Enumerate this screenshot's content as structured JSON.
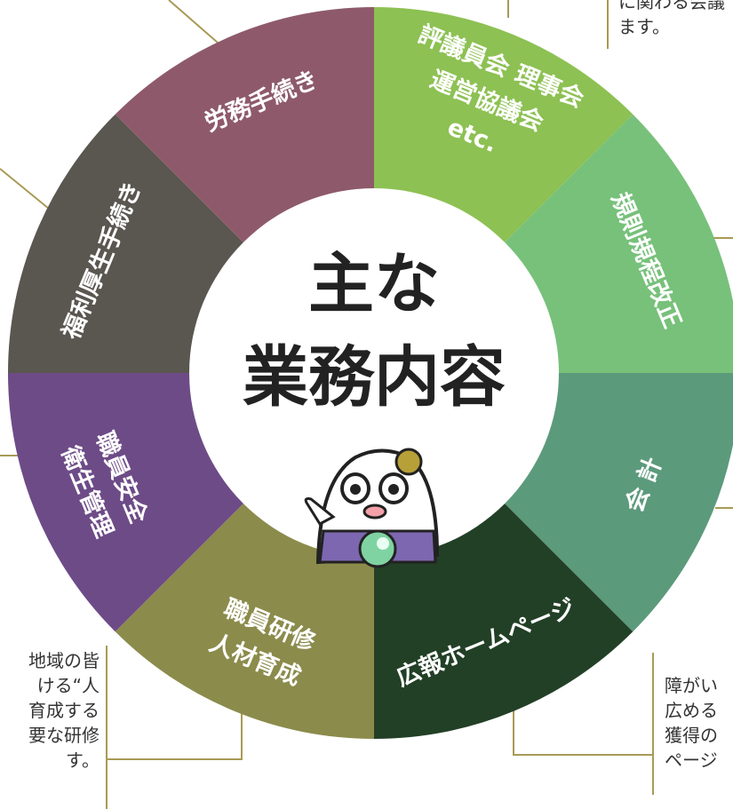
{
  "center": {
    "line1": "主な",
    "line2": "業務内容"
  },
  "segments": [
    {
      "id": "evaluation",
      "lines": [
        "評議員会 理事会",
        "運営協議会",
        "etc."
      ],
      "color": "#8dc153"
    },
    {
      "id": "rules",
      "lines": [
        "規則規程改正"
      ],
      "color": "#77c17a"
    },
    {
      "id": "accounting",
      "lines": [
        "会 計"
      ],
      "color": "#5c9a7c"
    },
    {
      "id": "pr",
      "lines": [
        "広報ホームページ"
      ],
      "color": "#224026"
    },
    {
      "id": "training",
      "lines": [
        "職員研修",
        "人材育成"
      ],
      "color": "#8b8b4c"
    },
    {
      "id": "safety",
      "lines": [
        "職員安全",
        "衛生管理"
      ],
      "color": "#6d4b87"
    },
    {
      "id": "welfare",
      "lines": [
        "福利厚生手続き"
      ],
      "color": "#5a5650"
    },
    {
      "id": "labor",
      "lines": [
        "労務手続き"
      ],
      "color": "#8e5a6b"
    }
  ],
  "notes": {
    "top_right": "に関わる会議\nます。",
    "bottom_left": "地域の皆\nける“人\n育成する\n要な研修\nす。",
    "bottom_right": "障がい\n広める\n獲得の\nページ"
  }
}
